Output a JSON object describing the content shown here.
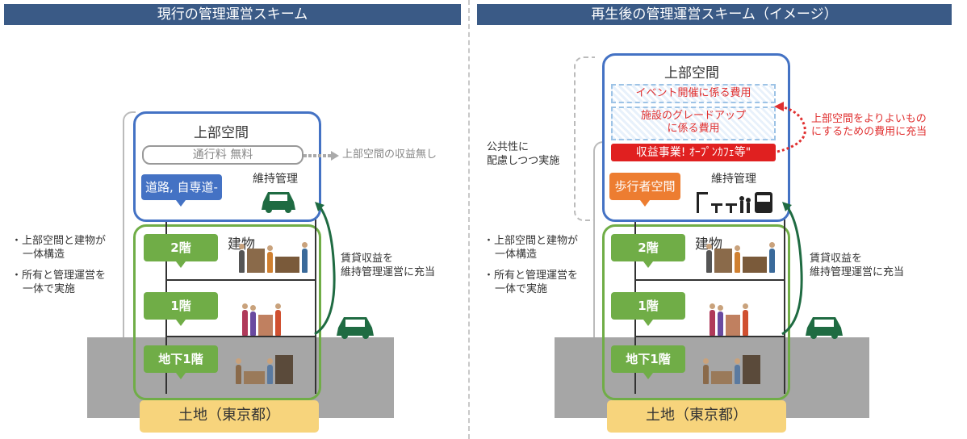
{
  "left": {
    "title": "現行の管理運営スキーム",
    "upper_space": "上部空間",
    "toll_pill": "通行料 無料",
    "no_revenue": "上部空間の収益無し",
    "road_tag": "道路, 自専道-",
    "maintenance": "維持管理",
    "building": "建物",
    "floor2": "2階",
    "floor1": "1階",
    "basement": "地下1階",
    "rent_note": [
      "賃貸収益を",
      "維持管理運営に充当"
    ],
    "bullets": [
      [
        "・上部空間と建物が",
        "一体構造"
      ],
      [
        "・所有と管理運営を",
        "一体で実施"
      ]
    ],
    "land": "土地（東京都）"
  },
  "right": {
    "title": "再生後の管理運営スキーム（イメージ）",
    "upper_space": "上部空間",
    "event_cost": "イベント開催に係る費用",
    "upgrade_cost": [
      "施設のグレードアップ",
      "に係る費用"
    ],
    "revenue_bar": "収益事業! ｵｰﾌﾟﾝｶﾌｪ等\"",
    "improve_note": [
      "上部空間をよりよいもの",
      "にするための費用に充当"
    ],
    "public_note": [
      "公共性に",
      "配慮しつつ実施"
    ],
    "pedestrian_tag": "歩行者空間",
    "maintenance": "維持管理",
    "building": "建物",
    "floor2": "2階",
    "floor1": "1階",
    "basement": "地下1階",
    "rent_note": [
      "賃貸収益を",
      "維持管理運営に充当"
    ],
    "bullets": [
      [
        "・上部空間と建物が",
        "一体構造"
      ],
      [
        "・所有と管理運営を",
        "一体で実施"
      ]
    ],
    "land": "土地（東京都）"
  },
  "colors": {
    "upper_blue": "#4472c4",
    "building_green": "#70ad47",
    "land_yellow": "#f7d47c",
    "revenue_red": "#e02020",
    "pedestrian_orange": "#ed7d31"
  }
}
